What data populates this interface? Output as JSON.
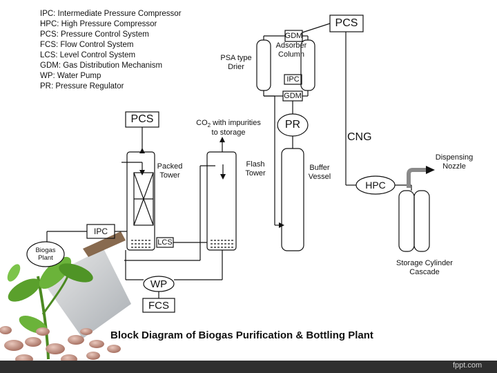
{
  "legend": [
    "IPC: Intermediate Pressure Compressor",
    "HPC: High Pressure Compressor",
    "PCS: Pressure Control System",
    "FCS: Flow Control System",
    "LCS: Level Control System",
    "GDM: Gas Distribution Mechanism",
    "WP: Water Pump",
    "PR: Pressure Regulator"
  ],
  "diagram": {
    "pcs_top": "PCS",
    "gdm_upper": "GDM",
    "adsorber": "Adsorber\nColumn",
    "ipc_right": "IPC",
    "gdm_lower": "GDM",
    "psa": "PSA type\nDrier",
    "pcs_left": "PCS",
    "co2_main": "CO",
    "co2_sub": "2",
    "co2_rest": " with impurities\nto storage",
    "pr": "PR",
    "cng": "CNG",
    "packed_tower": "Packed\nTower",
    "flash_tower": "Flash\nTower",
    "buffer_vessel": "Buffer\nVessel",
    "dispensing_nozzle": "Dispensing\nNozzle",
    "hpc": "HPC",
    "ipc_left": "IPC",
    "lcs": "LCS",
    "biogas_plant": "Biogas\nPlant",
    "storage_cascade": "Storage Cylinder\nCascade",
    "wp": "WP",
    "fcs": "FCS"
  },
  "title": "Block Diagram of Biogas Purification & Bottling Plant",
  "watermark": "fppt.com",
  "colors": {
    "line": "#111111",
    "footer": "#2f2f2f",
    "leaf": "#5aa02c",
    "soil": "#b07a6a"
  }
}
